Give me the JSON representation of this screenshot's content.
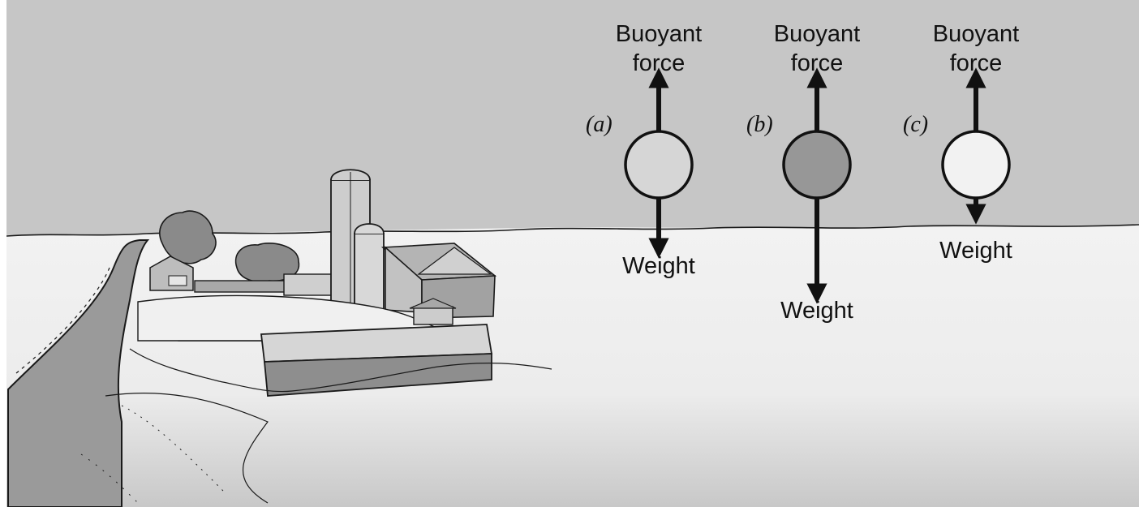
{
  "diagram": {
    "balloons": [
      {
        "id": "a",
        "tag": "(a)",
        "top_label_line1": "Buoyant",
        "top_label_line2": "force",
        "bottom_label": "Weight",
        "fill": "#d6d6d6"
      },
      {
        "id": "b",
        "tag": "(b)",
        "top_label_line1": "Buoyant",
        "top_label_line2": "force",
        "bottom_label": "Weight",
        "fill": "#979797"
      },
      {
        "id": "c",
        "tag": "(c)",
        "top_label_line1": "Buoyant",
        "top_label_line2": "force",
        "bottom_label": "Weight",
        "fill": "#f2f2f2"
      }
    ]
  },
  "colors": {
    "sky": "#c6c6c6",
    "ground": "#f0f0f0",
    "ink": "#1a1a1a"
  },
  "icons": [
    "farm-scene-illustration",
    "arrow-up-icon",
    "arrow-down-icon"
  ]
}
